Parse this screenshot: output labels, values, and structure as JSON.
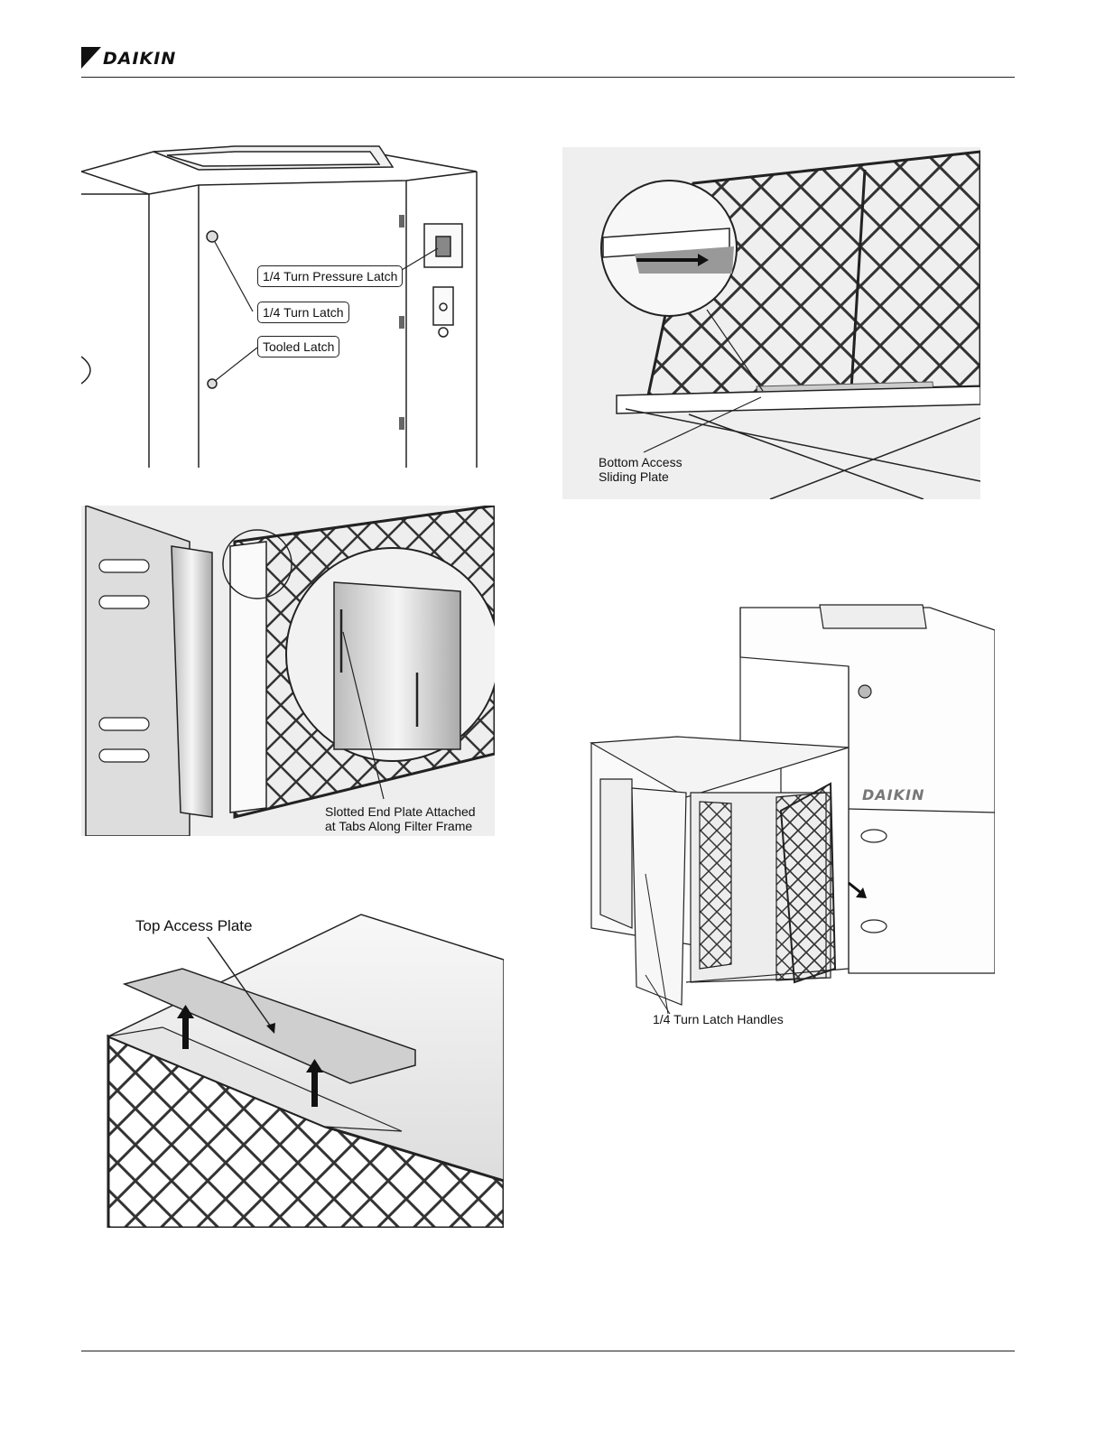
{
  "header": {
    "brand": "DAIKIN"
  },
  "figures": {
    "latches": {
      "callouts": [
        "1/4 Turn Pressure Latch",
        "1/4 Turn Latch",
        "Tooled Latch"
      ]
    },
    "bottom_access": {
      "label_line1": "Bottom Access",
      "label_line2": "Sliding Plate"
    },
    "slotted_end_plate": {
      "label_line1": "Slotted End Plate Attached",
      "label_line2": "at Tabs Along Filter Frame"
    },
    "top_access": {
      "label": "Top Access Plate"
    },
    "unit_view": {
      "brand": "DAIKIN",
      "label": "1/4 Turn Latch Handles"
    }
  }
}
